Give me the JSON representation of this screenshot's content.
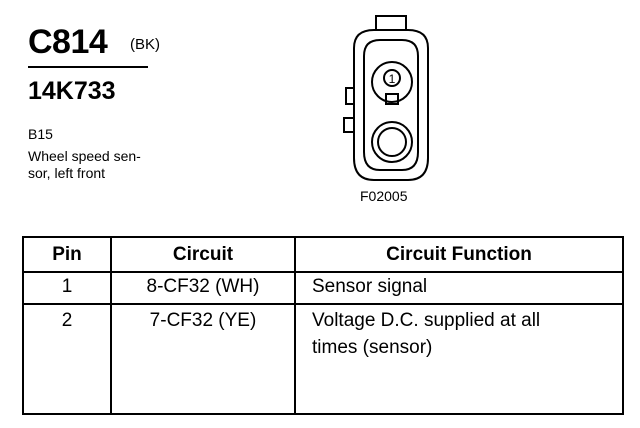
{
  "header": {
    "connector_id": "C814",
    "wire_color": "(BK)",
    "part_number": "14K733",
    "ref_code": "B15",
    "description_lines": [
      "Wheel speed sen-",
      "sor, left front"
    ]
  },
  "diagram": {
    "pin_labels": [
      "1"
    ],
    "figure_code": "F02005"
  },
  "table": {
    "headers": [
      "Pin",
      "Circuit",
      "Circuit Function"
    ],
    "rows": [
      {
        "pin": "1",
        "circuit": "8-CF32 (WH)",
        "function": "Sensor signal"
      },
      {
        "pin": "2",
        "circuit": "7-CF32 (YE)",
        "function": "Voltage D.C. supplied at all times (sensor)"
      }
    ]
  }
}
